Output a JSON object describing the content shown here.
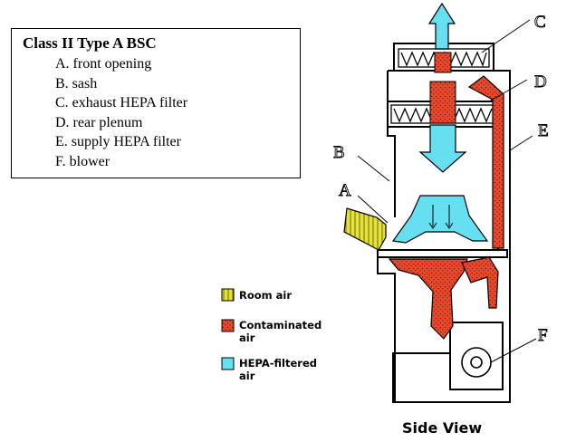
{
  "box": {
    "title": "Class II Type A BSC",
    "items": [
      "A. front opening",
      "B. sash",
      "C. exhaust HEPA filter",
      "D. rear plenum",
      "E. supply HEPA filter",
      "F. blower"
    ]
  },
  "labels": {
    "a": "A",
    "b": "B",
    "c": "C",
    "d": "D",
    "e": "E",
    "f": "F"
  },
  "legend": {
    "room": "Room air",
    "contaminated_1": "Contaminated",
    "contaminated_2": "air",
    "filtered_1": "HEPA-filtered",
    "filtered_2": "air"
  },
  "caption": "Side View",
  "colors": {
    "room_air": "#e4e23a",
    "contaminated_air": "#e84a2c",
    "hepa_filtered_air": "#66e0f0",
    "outline": "#000000"
  }
}
